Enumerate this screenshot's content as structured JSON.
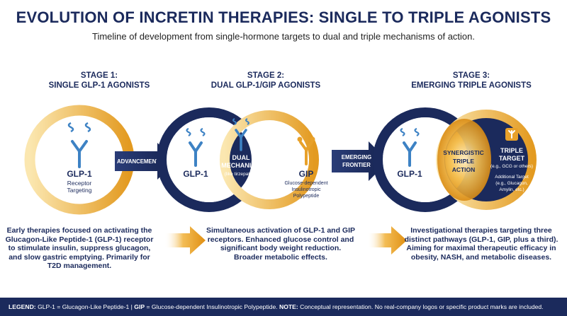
{
  "header": {
    "title": "EVOLUTION OF INCRETIN THERAPIES: SINGLE TO TRIPLE AGONISTS",
    "subtitle": "Timeline of development from single-hormone targets to dual and triple mechanisms of action."
  },
  "stages": [
    {
      "label_line1": "STAGE 1:",
      "label_line2": "SINGLE GLP-1 AGONISTS",
      "receptor_name": "GLP-1",
      "receptor_sub_1": "Receptor",
      "receptor_sub_2": "Targeting",
      "description": "Early therapies focused on activating the Glucagon-Like Peptide-1 (GLP-1) receptor to stimulate insulin, suppress glucagon, and slow gastric emptying. Primarily for T2D management."
    },
    {
      "label_line1": "STAGE 2:",
      "label_line2": "DUAL GLP-1/GIP AGONISTS",
      "receptor_name": "GLP-1",
      "dual_line1": "DUAL",
      "dual_line2": "MECHANISM",
      "dual_sub": "(like tirzepatide)",
      "gip_name": "GIP",
      "gip_sub_1": "Glucose-dependent",
      "gip_sub_2": "Insulinotropic",
      "gip_sub_3": "Polypeptide",
      "description": "Simultaneous activation of GLP-1 and GIP receptors. Enhanced glucose control and significant body weight reduction. Broader metabolic effects."
    },
    {
      "label_line1": "STAGE 3:",
      "label_line2": "EMERGING TRIPLE AGONISTS",
      "receptor_name": "GLP-1",
      "syn_line1": "SYNERGISTIC",
      "syn_line2": "TRIPLE",
      "syn_line3": "ACTION",
      "triple_line1": "TRIPLE",
      "triple_line2": "TARGET",
      "triple_sub": "(e.g., GCG or others)",
      "additional_1": "Additional Target",
      "additional_2": "(e.g., Glucagon,",
      "additional_3": "Amylin, etc.)",
      "description": "Investigational therapies targeting three distinct pathways (GLP-1, GIP, plus a third). Aiming for maximal therapeutic efficacy in obesity, NASH, and metabolic diseases."
    }
  ],
  "arrows": {
    "advancement": "ADVANCEMENT",
    "emerging_1": "EMERGING",
    "emerging_2": "FRONTIER"
  },
  "legend": {
    "legend_label": "LEGEND:",
    "glp_def": "GLP-1 = Glucagon-Like Peptide-1 |",
    "gip_abbr": "GIP",
    "gip_def": "= Glucose-dependent Insulinotropic Polypeptide.",
    "note_label": "NOTE:",
    "note_text": "Conceptual representation. No real-company logos or specific product marks are included."
  },
  "colors": {
    "navy": "#1b2a5c",
    "gold": "#e8a12a",
    "blue_icon": "#3d82c4"
  }
}
